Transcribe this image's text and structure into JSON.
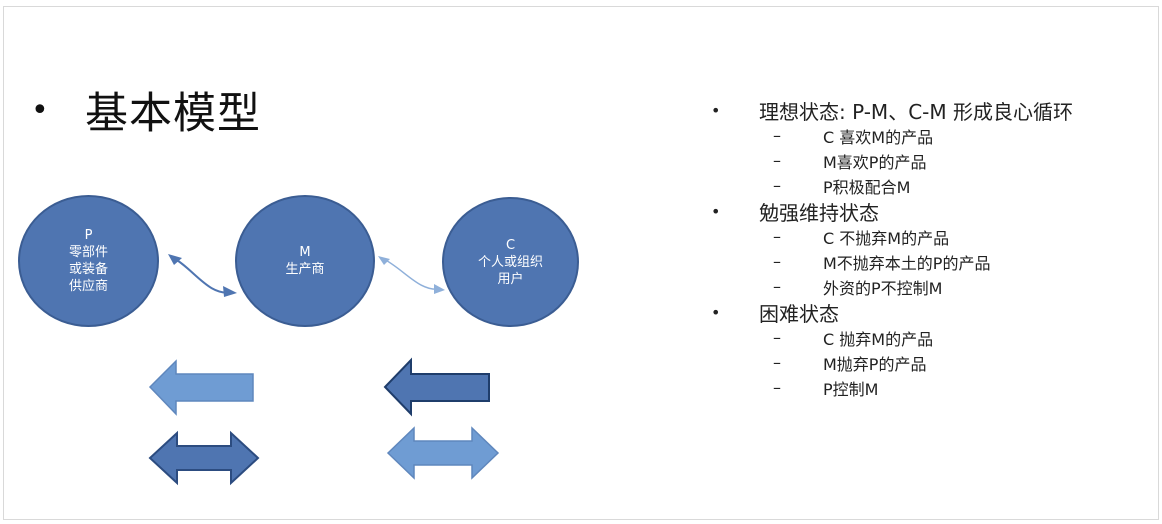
{
  "slide": {
    "title": "基本模型",
    "title_bullet": "•",
    "circles": [
      {
        "lines": [
          "P",
          "零部件",
          "或装备",
          "供应商"
        ]
      },
      {
        "lines": [
          "M",
          "生产商"
        ]
      },
      {
        "lines": [
          "C",
          "个人或组织",
          "用户"
        ]
      }
    ],
    "sections": [
      {
        "heading": "理想状态: P-M、C-M 形成良心循环",
        "items": [
          "C 喜欢M的产品",
          "M喜欢P的产品",
          "P积极配合M"
        ]
      },
      {
        "heading": "勉强维持状态",
        "items": [
          "C 不抛弃M的产品",
          "M不抛弃本土的P的产品",
          "外资的P不控制M"
        ]
      },
      {
        "heading": "困难状态",
        "items": [
          "C 抛弃M的产品",
          "M抛弃P的产品",
          "P控制M"
        ]
      }
    ],
    "bullet": "•",
    "dash": "–",
    "colors": {
      "circle_fill": "#4f75b1",
      "arrow_light": "#6f9cd3",
      "arrow_dark": "#4f75b1",
      "arrow_stroke": "#3b5d93"
    }
  }
}
